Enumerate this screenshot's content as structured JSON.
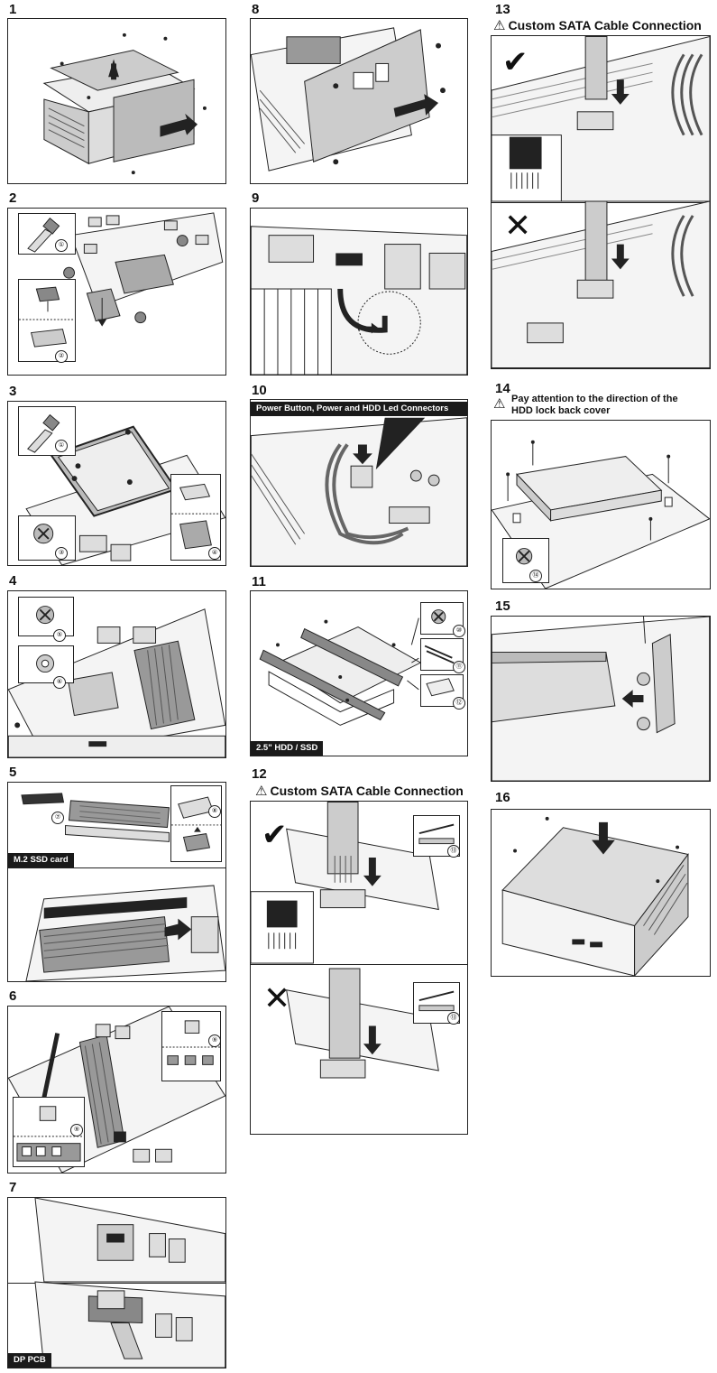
{
  "steps": [
    {
      "number": "1"
    },
    {
      "number": "2"
    },
    {
      "number": "3"
    },
    {
      "number": "4"
    },
    {
      "number": "5",
      "label": "M.2 SSD card"
    },
    {
      "number": "6"
    },
    {
      "number": "7",
      "label": "DP PCB"
    },
    {
      "number": "8"
    },
    {
      "number": "9"
    },
    {
      "number": "10",
      "label": "Power Button, Power and HDD Led Connectors"
    },
    {
      "number": "11",
      "label": "2.5\" HDD / SSD"
    },
    {
      "number": "12",
      "heading": "Custom SATA Cable Connection"
    },
    {
      "number": "13",
      "heading": "Custom SATA Cable Connection"
    },
    {
      "number": "14",
      "heading_line1": "Pay attention to the direction of the",
      "heading_line2": "HDD lock back cover"
    },
    {
      "number": "15"
    },
    {
      "number": "16"
    }
  ],
  "warning_symbol": "⚠",
  "markers": [
    "①",
    "②",
    "③",
    "④",
    "⑤",
    "⑥",
    "⑦",
    "⑧",
    "⑨",
    "⑩",
    "⑪",
    "⑫",
    "⑬",
    "⑭"
  ],
  "icons": {
    "check": "check-icon",
    "cross": "cross-icon"
  }
}
